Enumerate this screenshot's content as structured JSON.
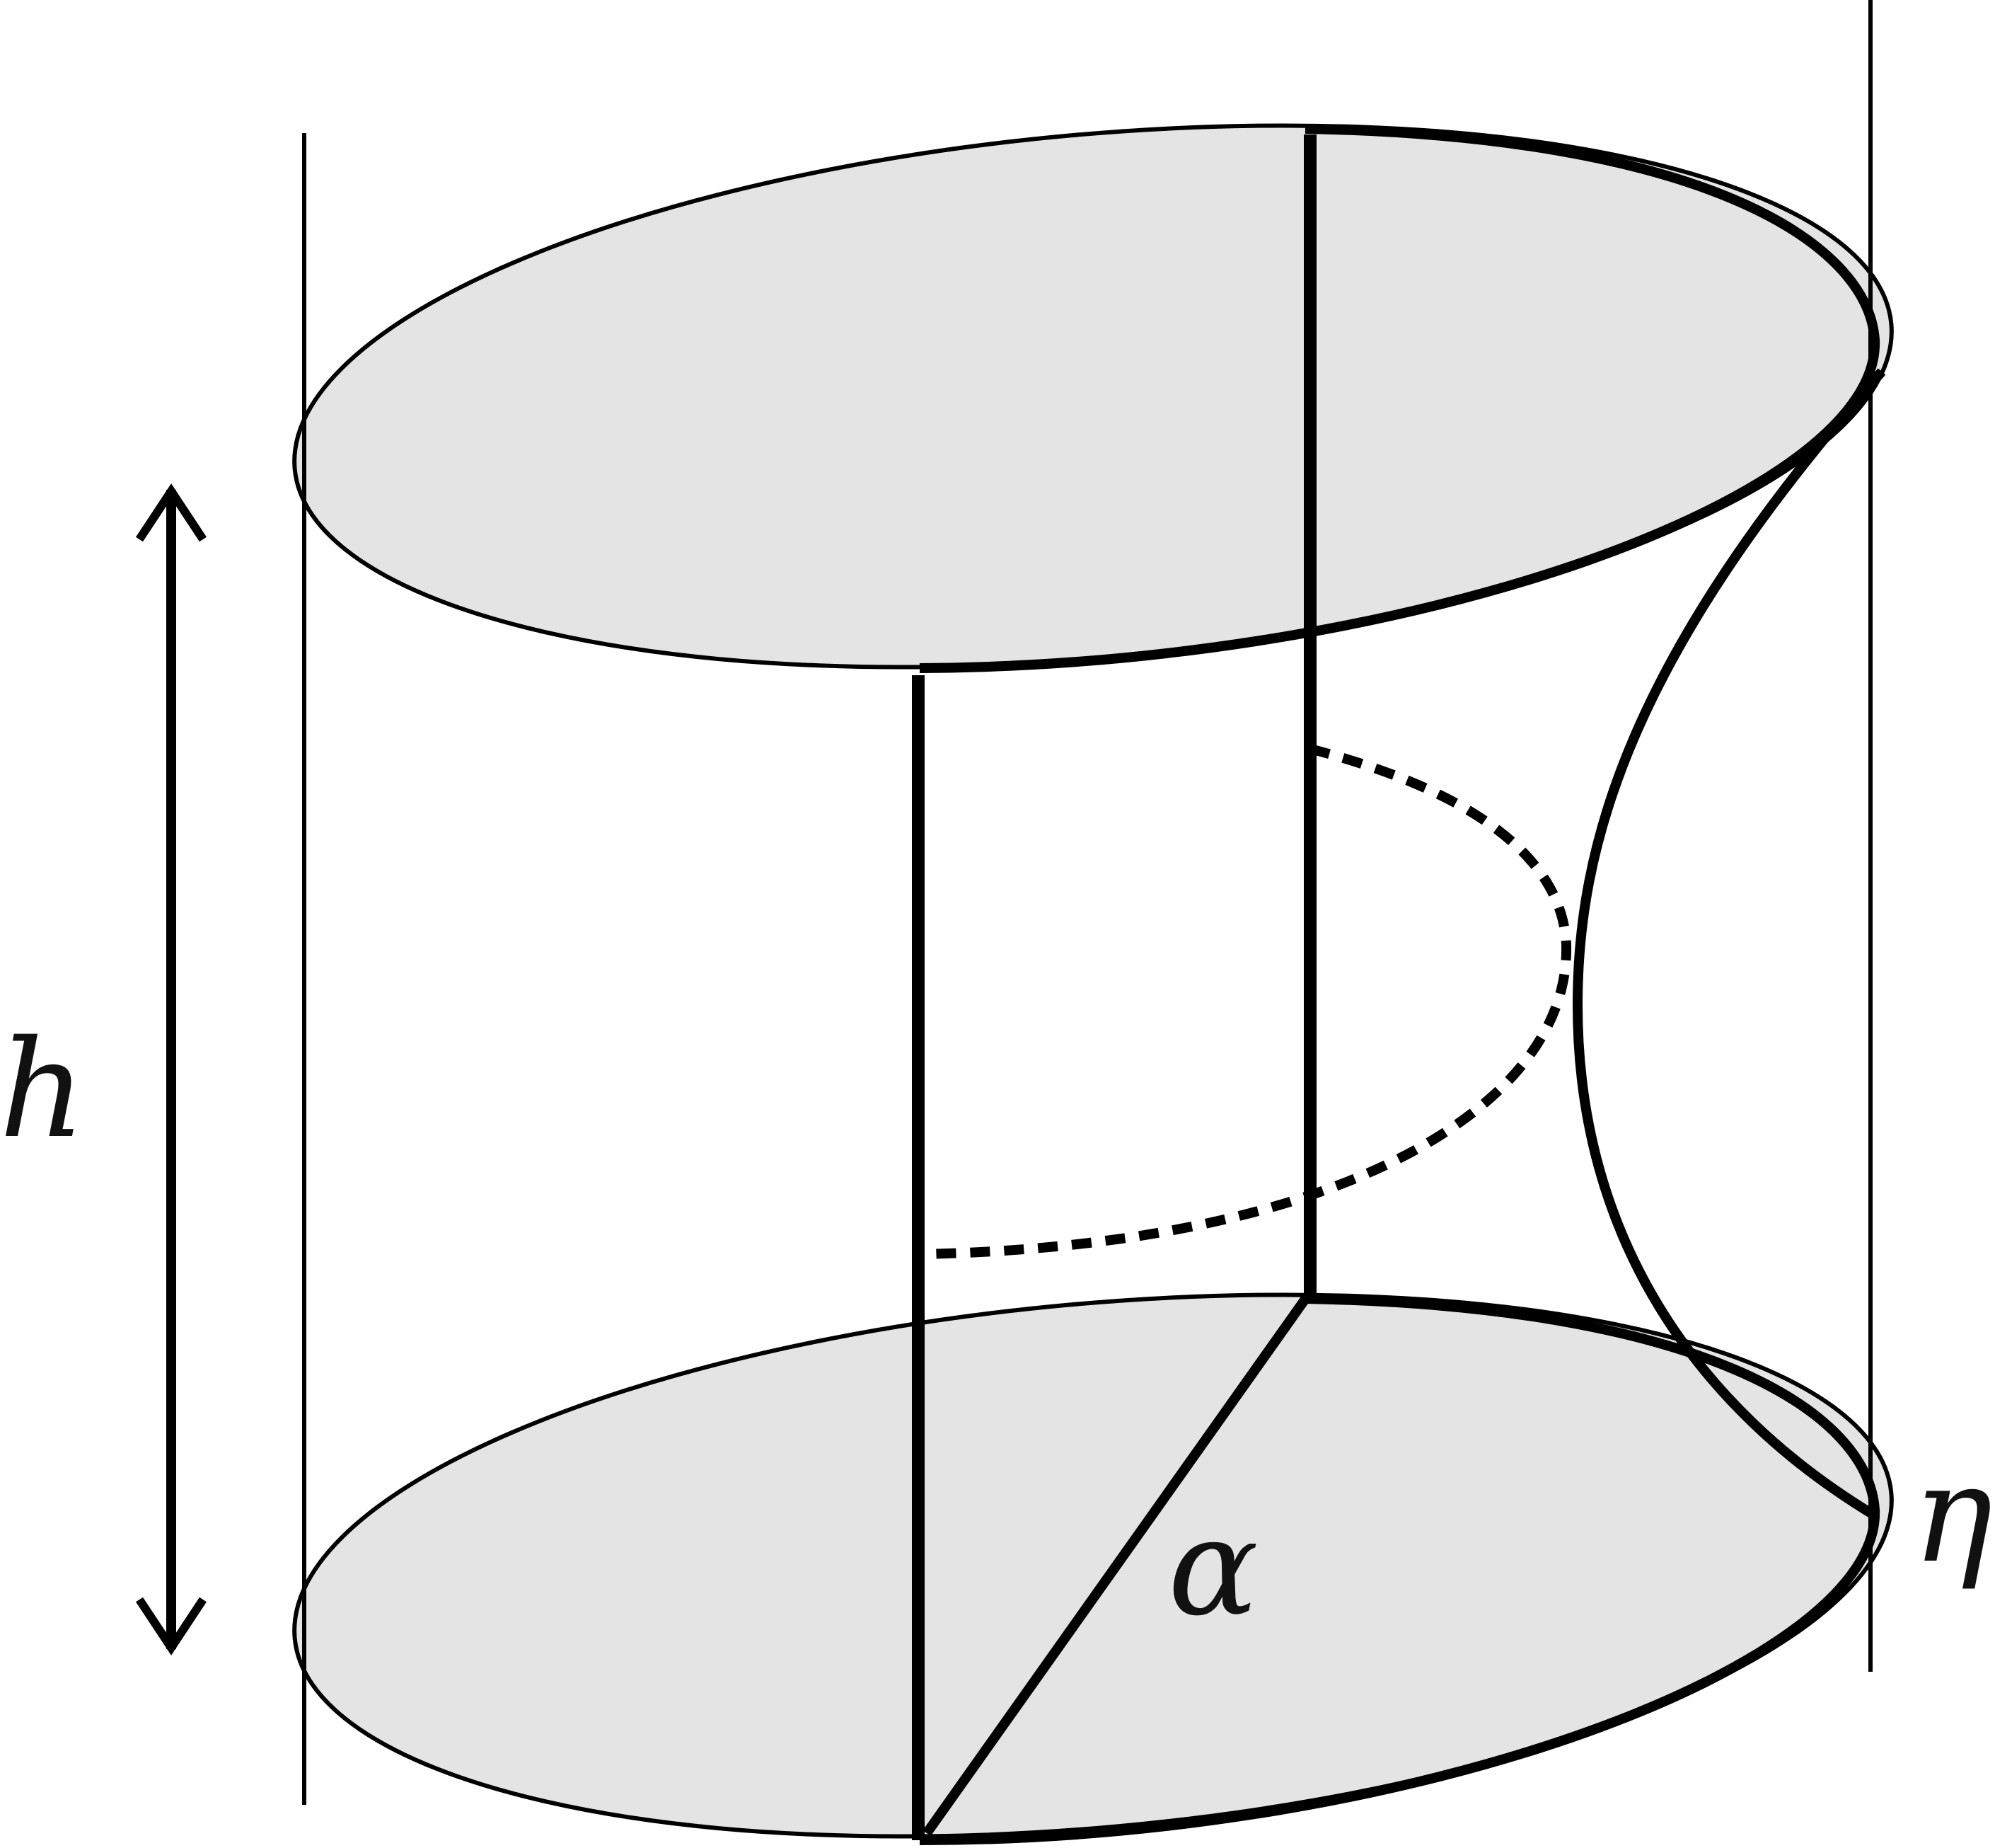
{
  "figure": {
    "labels": {
      "height": "h",
      "angle": "α",
      "eta": "η"
    },
    "colors": {
      "stroke": "#000000",
      "disk_fill": "#e4e4e4",
      "text": "#111111"
    }
  }
}
